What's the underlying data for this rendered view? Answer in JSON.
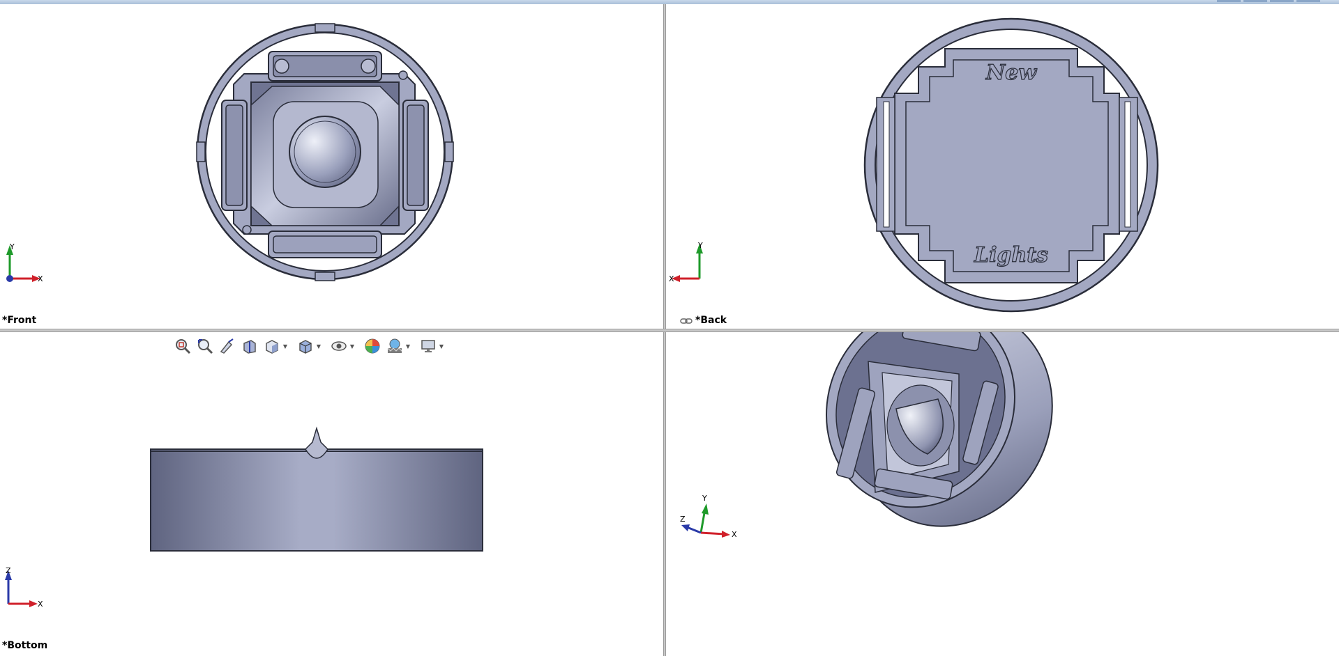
{
  "viewports": {
    "front": {
      "label": "*Front"
    },
    "back": {
      "label": "*Back",
      "link_icon": "link-icon"
    },
    "bottom": {
      "label": "*Bottom"
    },
    "iso": {
      "label": ""
    }
  },
  "back_engraving": {
    "top": "New",
    "bottom": "Lights"
  },
  "triads": {
    "front": {
      "up": "Y",
      "right": "X"
    },
    "back": {
      "up": "Y",
      "left": "X"
    },
    "bottom": {
      "up": "Z",
      "right": "X"
    },
    "iso": {
      "up": "Y",
      "left": "Z",
      "right": "X"
    }
  },
  "heads_up_toolbar": {
    "tools": [
      {
        "name": "zoom-to-fit-icon",
        "dropdown": false
      },
      {
        "name": "zoom-to-area-icon",
        "dropdown": false
      },
      {
        "name": "previous-view-icon",
        "dropdown": false
      },
      {
        "name": "section-view-icon",
        "dropdown": false
      },
      {
        "name": "view-orientation-icon",
        "dropdown": true
      },
      {
        "name": "display-style-icon",
        "dropdown": true
      },
      {
        "name": "hide-show-items-icon",
        "dropdown": true
      },
      {
        "name": "edit-appearance-icon",
        "dropdown": false
      },
      {
        "name": "apply-scene-icon",
        "dropdown": true
      },
      {
        "name": "view-settings-icon",
        "dropdown": true
      }
    ]
  },
  "colors": {
    "part": "#a9aec8",
    "part_dark": "#6e7390",
    "edge": "#2a2d3a",
    "axis_x": "#d0202a",
    "axis_y": "#1e9a2a",
    "axis_z": "#2a3aa8"
  }
}
